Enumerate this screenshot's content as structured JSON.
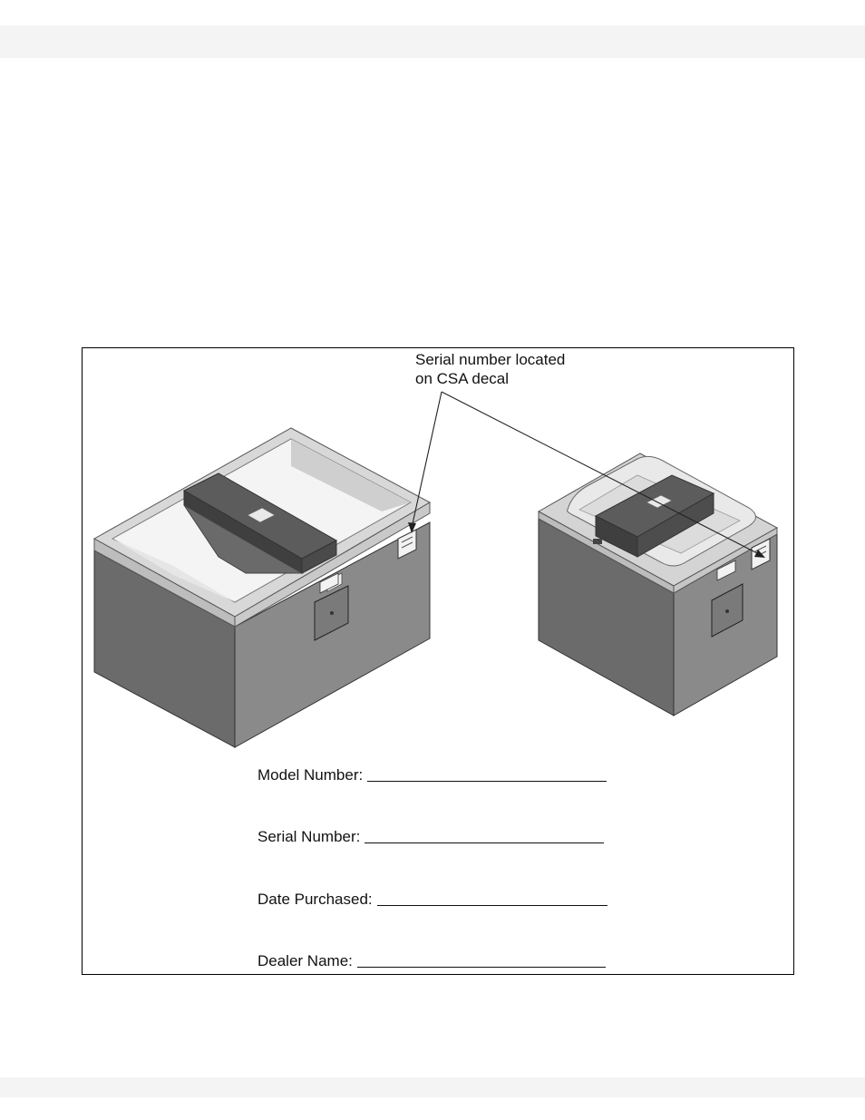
{
  "figure": {
    "callout": {
      "line1": "Serial number located",
      "line2": "on CSA decal"
    },
    "fields": [
      {
        "label": "Model Number:"
      },
      {
        "label": "Serial Number:"
      },
      {
        "label": "Date Purchased:"
      },
      {
        "label": "Dealer Name:"
      }
    ]
  }
}
